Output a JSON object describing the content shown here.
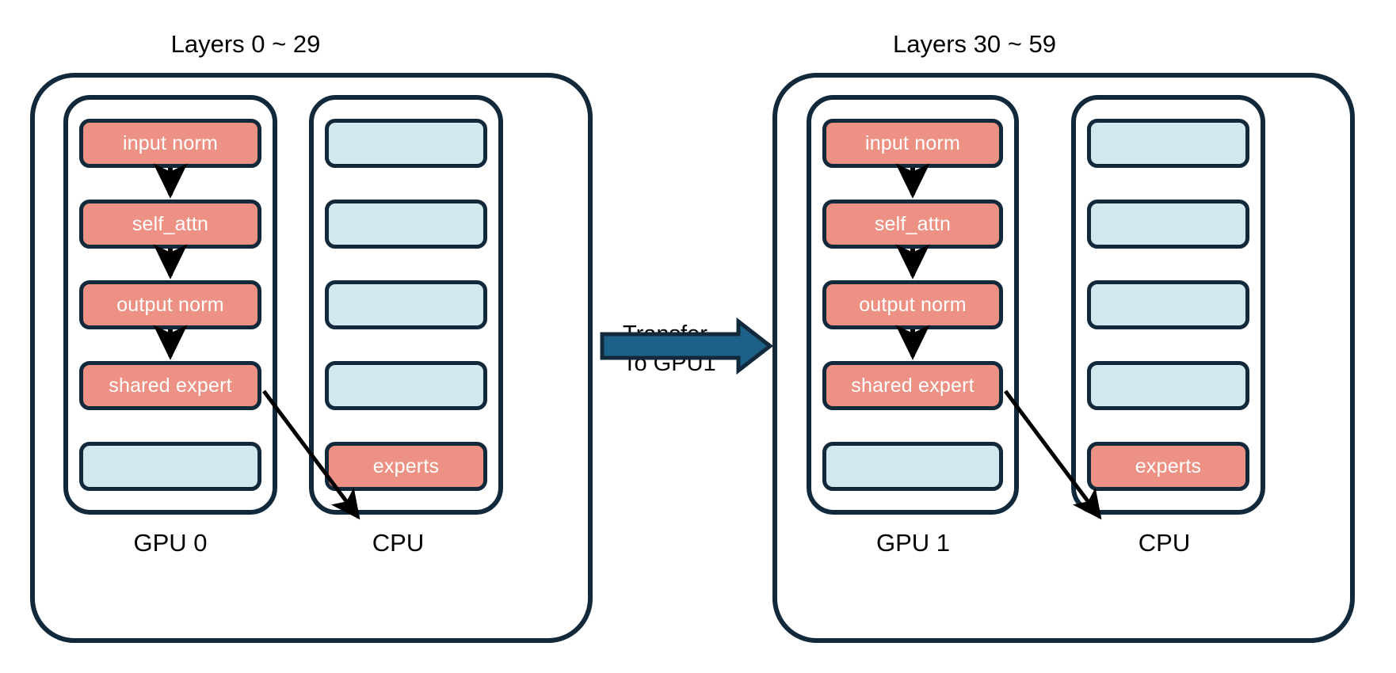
{
  "figure": {
    "kind": "architecture-diagram",
    "background": "#ffffff"
  },
  "colors": {
    "outline": "#12293C",
    "gpu_unit_fill": "#ED9184",
    "cpu_unit_fill": "#D2E7EE",
    "unit_text": "#ffffff",
    "arrow": "#000000",
    "transfer_arrow_fill": "#1C6187",
    "transfer_arrow_stroke": "#12293C",
    "label_text": "#000000"
  },
  "panels": [
    {
      "id": "panel-left",
      "title": "Layers 0 ~ 29",
      "columns": [
        {
          "id": "gpu-column-left",
          "device_label": "GPU 0",
          "units": [
            {
              "label": "input norm",
              "fill": "salmon"
            },
            {
              "label": "self_attn",
              "fill": "salmon"
            },
            {
              "label": "output norm",
              "fill": "salmon"
            },
            {
              "label": "shared expert",
              "fill": "salmon"
            },
            {
              "label": "",
              "fill": "blue"
            }
          ]
        },
        {
          "id": "cpu-column-left",
          "device_label": "CPU",
          "units": [
            {
              "label": "",
              "fill": "blue"
            },
            {
              "label": "",
              "fill": "blue"
            },
            {
              "label": "",
              "fill": "blue"
            },
            {
              "label": "",
              "fill": "blue"
            },
            {
              "label": "experts",
              "fill": "salmon"
            }
          ]
        }
      ]
    },
    {
      "id": "panel-right",
      "title": "Layers 30 ~ 59",
      "columns": [
        {
          "id": "gpu-column-right",
          "device_label": "GPU 1",
          "units": [
            {
              "label": "input norm",
              "fill": "salmon"
            },
            {
              "label": "self_attn",
              "fill": "salmon"
            },
            {
              "label": "output norm",
              "fill": "salmon"
            },
            {
              "label": "shared expert",
              "fill": "salmon"
            },
            {
              "label": "",
              "fill": "blue"
            }
          ]
        },
        {
          "id": "cpu-column-right",
          "device_label": "CPU",
          "units": [
            {
              "label": "",
              "fill": "blue"
            },
            {
              "label": "",
              "fill": "blue"
            },
            {
              "label": "",
              "fill": "blue"
            },
            {
              "label": "",
              "fill": "blue"
            },
            {
              "label": "experts",
              "fill": "salmon"
            }
          ]
        }
      ]
    }
  ],
  "transfer": {
    "label_line1": "Transfer",
    "label_line2": "To GPU1",
    "direction": "left-to-right"
  }
}
